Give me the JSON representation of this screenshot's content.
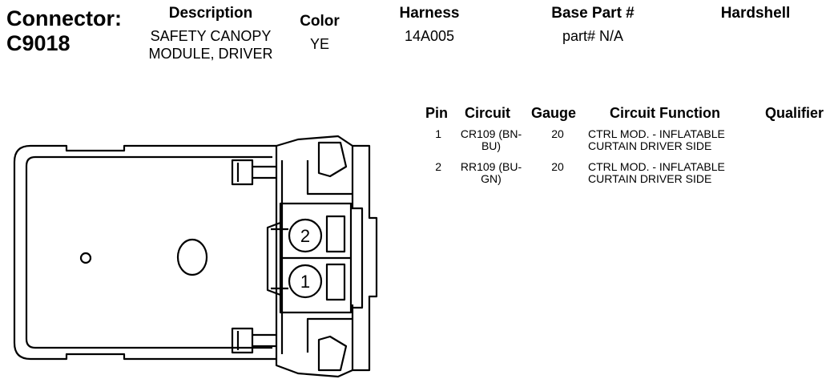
{
  "connector": {
    "label": "Connector:",
    "id": "C9018"
  },
  "header": {
    "description_label": "Description",
    "description_line1": "SAFETY CANOPY",
    "description_line2": "MODULE, DRIVER",
    "color_label": "Color",
    "color_value": "YE",
    "harness_label": "Harness",
    "harness_value": "14A005",
    "base_part_label": "Base Part #",
    "base_part_value": "part# N/A",
    "hardshell_label": "Hardshell",
    "hardshell_value": ""
  },
  "pin_table": {
    "columns": {
      "pin": "Pin",
      "circuit": "Circuit",
      "gauge": "Gauge",
      "function": "Circuit Function",
      "qualifier": "Qualifier"
    },
    "rows": [
      {
        "pin": "1",
        "circuit_line1": "CR109 (BN-",
        "circuit_line2": "BU)",
        "gauge": "20",
        "function_line1": "CTRL MOD. - INFLATABLE",
        "function_line2": "CURTAIN DRIVER SIDE",
        "qualifier": ""
      },
      {
        "pin": "2",
        "circuit_line1": "RR109 (BU-",
        "circuit_line2": "GN)",
        "gauge": "20",
        "function_line1": "CTRL MOD. - INFLATABLE",
        "function_line2": "CURTAIN DRIVER SIDE",
        "qualifier": ""
      }
    ]
  },
  "diagram": {
    "cavity_1_label": "1",
    "cavity_2_label": "2"
  }
}
